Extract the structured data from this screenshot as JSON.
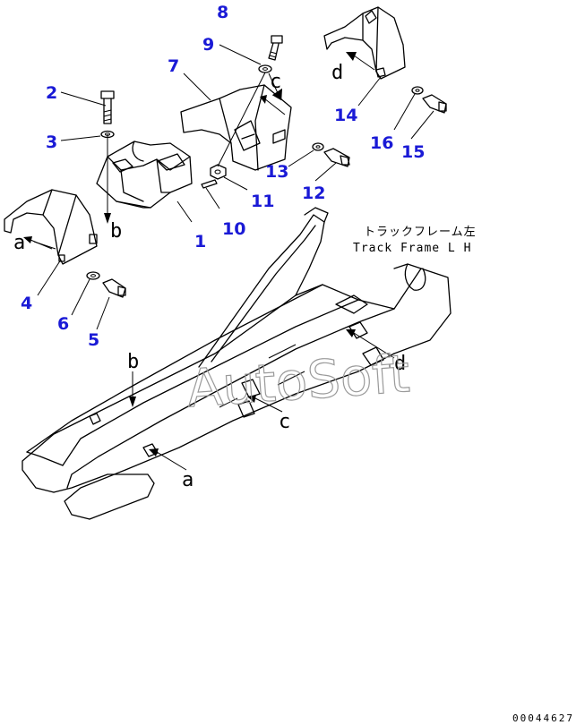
{
  "colors": {
    "part_number": "#1a1ad6",
    "line": "#000000",
    "watermark": "#9a9a9a"
  },
  "part_numbers": [
    "1",
    "2",
    "3",
    "4",
    "5",
    "6",
    "7",
    "8",
    "9",
    "10",
    "11",
    "12",
    "13",
    "14",
    "15",
    "16"
  ],
  "callouts": {
    "a": "a",
    "b": "b",
    "c": "c",
    "d": "d"
  },
  "frame_label": {
    "japanese": "トラックフレーム左",
    "english": "Track Frame L H"
  },
  "watermark": "AutoSoft",
  "drawing_code": "00044627"
}
